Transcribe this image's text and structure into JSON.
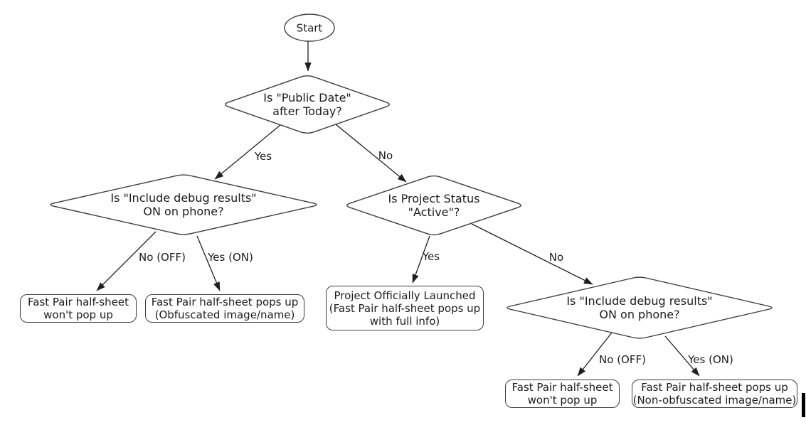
{
  "colors": {
    "background": "#ffffff",
    "shape_stroke": "#3d3d3d",
    "line": "#1f1f1f",
    "text": "#1c1c1c"
  },
  "nodes": {
    "start": {
      "label": "Start"
    },
    "decision_public_date": {
      "lines": [
        "Is \"Public Date\"",
        "after Today?"
      ]
    },
    "decision_debug_left": {
      "lines": [
        "Is \"Include debug results\"",
        "ON on phone?"
      ]
    },
    "decision_project_status": {
      "lines": [
        "Is Project Status",
        "\"Active\"?"
      ]
    },
    "decision_debug_right": {
      "lines": [
        "Is \"Include debug results\"",
        "ON on phone?"
      ]
    },
    "result_no_popup_left": {
      "lines": [
        "Fast Pair half-sheet",
        "won't pop up"
      ]
    },
    "result_obfuscated": {
      "lines": [
        "Fast Pair half-sheet pops up",
        "(Obfuscated image/name)"
      ]
    },
    "result_launched": {
      "lines": [
        "Project Officially Launched",
        "(Fast Pair half-sheet pops up",
        "with full info)"
      ]
    },
    "result_no_popup_right": {
      "lines": [
        "Fast Pair half-sheet",
        "won't pop up"
      ]
    },
    "result_non_obfuscated": {
      "lines": [
        "Fast Pair half-sheet pops up",
        "(Non-obfuscated image/name)"
      ]
    }
  },
  "edge_labels": {
    "public_date_yes": "Yes",
    "public_date_no": "No",
    "debug_left_no": "No (OFF)",
    "debug_left_yes": "Yes (ON)",
    "project_status_yes": "Yes",
    "project_status_no": "No",
    "debug_right_no": "No (OFF)",
    "debug_right_yes": "Yes (ON)"
  }
}
